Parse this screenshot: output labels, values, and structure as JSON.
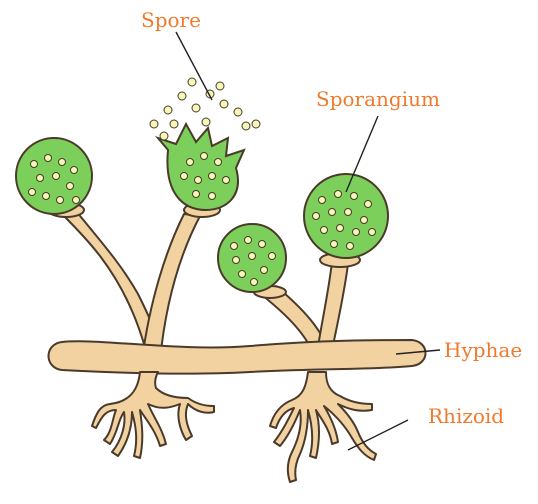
{
  "labels": {
    "spore": "Spore",
    "sporangium": "Sporangium",
    "hyphae": "Hyphae",
    "rhizoid": "Rhizoid"
  },
  "colors": {
    "label_text": "#f07a2c",
    "hyphae_fill": "#f3d2a2",
    "hyphae_stroke": "#4a3a2a",
    "sporangium_fill": "#7ccf5a",
    "spore_fill": "#f4f7b8",
    "leader_line": "#222222"
  }
}
